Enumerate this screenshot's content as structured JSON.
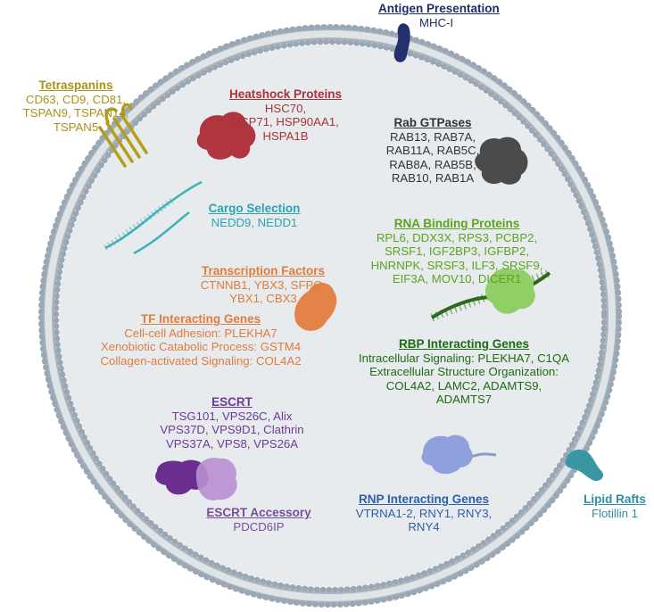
{
  "antigen": {
    "title": "Antigen Presentation",
    "lines": [
      "MHC-I"
    ],
    "color": "#1f2d6b"
  },
  "tetraspanins": {
    "title": "Tetraspanins",
    "lines": [
      "CD63, CD9, CD81,",
      "TSPAN9, TSPAN14,",
      "TSPAN5"
    ],
    "color": "#a8931a"
  },
  "heatshock": {
    "title": "Heatshock Proteins",
    "lines": [
      "HSC70,",
      "HSP71, HSP90AA1,",
      "HSPA1B"
    ],
    "color": "#a8323a"
  },
  "rab": {
    "title": "Rab GTPases",
    "lines": [
      "RAB13, RAB7A,",
      "RAB11A, RAB5C,",
      "RAB8A, RAB5B,",
      "RAB10, RAB1A"
    ],
    "color": "#333333"
  },
  "cargo": {
    "title": "Cargo Selection",
    "lines": [
      "NEDD9, NEDD1"
    ],
    "color": "#2aa5b0"
  },
  "rbp": {
    "title": "RNA Binding Proteins",
    "lines": [
      "RPL6, DDX3X, RPS3, PCBP2,",
      "SRSF1, IGF2BP3, IGFBP2,",
      "HNRNPK, SRSF3, ILF3, SRSF9,",
      "EIF3A, MOV10, DICER1"
    ],
    "color": "#5ca31e"
  },
  "tf": {
    "title": "Transcription Factors",
    "lines": [
      "CTNNB1, YBX3, SFPQ,",
      "YBX1, CBX3"
    ],
    "color": "#e07c3e"
  },
  "tf_interacting": {
    "title": "TF Interacting Genes",
    "lines": [
      "Cell-cell Adhesion: PLEKHA7",
      "Xenobiotic Catabolic Process: GSTM4",
      "Collagen-activated Signaling: COL4A2"
    ],
    "color": "#e07c3e"
  },
  "rbp_interacting": {
    "title": "RBP Interacting Genes",
    "lines": [
      "Intracellular Signaling: PLEKHA7, C1QA",
      "Extracellular Structure Organization:",
      "COL4A2, LAMC2, ADAMTS9,",
      "ADAMTS7"
    ],
    "color": "#1f6b12"
  },
  "escrt": {
    "title": "ESCRT",
    "lines": [
      "TSG101, VPS26C, Alix",
      "VPS37D, VPS9D1, Clathrin",
      "VPS37A, VPS8, VPS26A"
    ],
    "color": "#6e3a96"
  },
  "escrt_accessory": {
    "title": "ESCRT Accessory",
    "lines": [
      "PDCD6IP"
    ],
    "color": "#7a4d9c"
  },
  "rnp": {
    "title": "RNP Interacting Genes",
    "lines": [
      "VTRNA1-2, RNY1, RNY3,",
      "RNY4"
    ],
    "color": "#2f5fa8"
  },
  "lipid": {
    "title": "Lipid Rafts",
    "lines": [
      "Flotillin 1"
    ],
    "color": "#2f8fa0"
  }
}
